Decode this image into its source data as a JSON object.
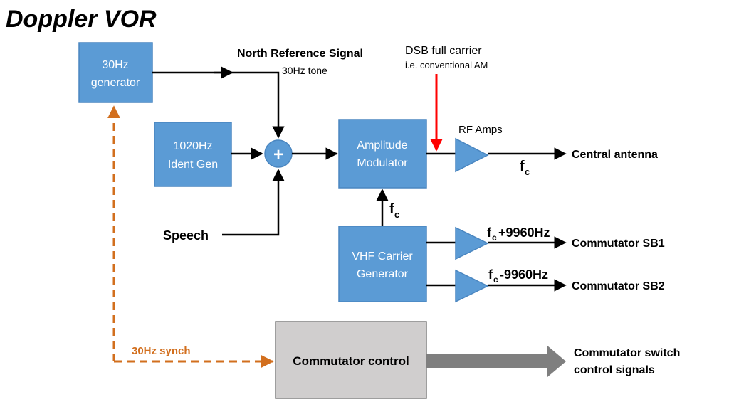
{
  "title": "Doppler VOR",
  "blocks": {
    "gen30": [
      "30Hz",
      "generator"
    ],
    "ident": [
      "1020Hz",
      "Ident Gen"
    ],
    "amod": [
      "Amplitude",
      "Modulator"
    ],
    "vhf": [
      "VHF Carrier",
      "Generator"
    ],
    "commctl": "Commutator control"
  },
  "labels": {
    "north_ref": "North Reference Signal",
    "tone": "30Hz tone",
    "dsb": "DSB full carrier",
    "dsb_sub": "i.e. conventional AM",
    "rf_amps": "RF Amps",
    "speech": "Speech",
    "central": "Central antenna",
    "sb1": "Commutator SB1",
    "sb2": "Commutator SB2",
    "synch": "30Hz synch",
    "switch": [
      "Commutator switch",
      "control signals"
    ],
    "fc_sym": "f",
    "fc_sub": "c",
    "plus_off": "+9960Hz",
    "minus_off": "-9960Hz",
    "summer": "+"
  },
  "colors": {
    "block_fill": "#5b9bd5",
    "block_stroke": "#4a86c0",
    "amp_fill": "#5b9bd5",
    "red_arrow": "#ff0000",
    "orange": "#d26f1e",
    "control_fill": "#d0cece",
    "thick_arrow": "#7f7f7f"
  }
}
